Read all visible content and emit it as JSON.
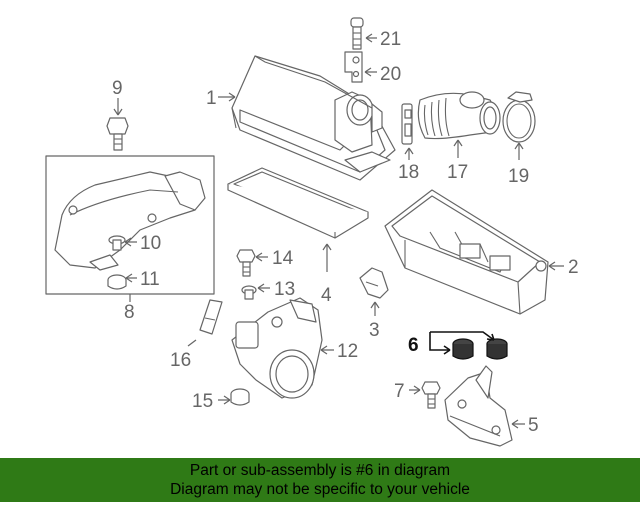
{
  "callouts": {
    "c1": "1",
    "c2": "2",
    "c3": "3",
    "c4": "4",
    "c5": "5",
    "c6": "6",
    "c7": "7",
    "c8": "8",
    "c9": "9",
    "c10": "10",
    "c11": "11",
    "c12": "12",
    "c13": "13",
    "c14": "14",
    "c15": "15",
    "c16": "16",
    "c17": "17",
    "c18": "18",
    "c19": "19",
    "c20": "20",
    "c21": "21"
  },
  "highlight": {
    "part_number": "6",
    "color": "#111111"
  },
  "banner": {
    "line1": "Part or sub-assembly is #6 in diagram",
    "line2": "Diagram may not be specific to your vehicle",
    "background": "#2f7a16"
  }
}
